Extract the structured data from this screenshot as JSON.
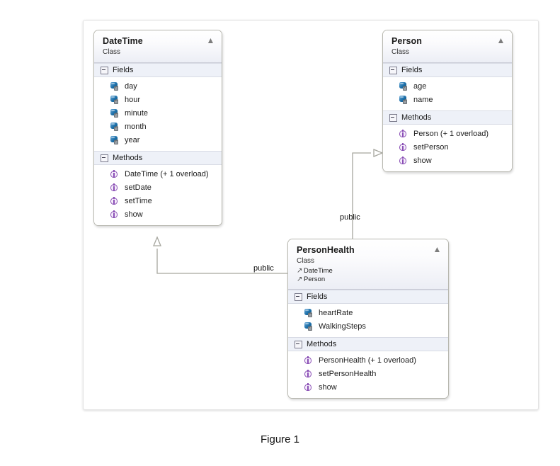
{
  "figure": {
    "caption": "Figure 1"
  },
  "diagram": {
    "type": "uml-class-diagram",
    "classes": [
      {
        "id": "datetime",
        "name": "DateTime",
        "stereotype": "Class",
        "bases": [],
        "collapse_icon": "chevron-up-double",
        "sections": [
          {
            "title": "Fields",
            "kind": "fields",
            "members": [
              {
                "name": "day",
                "icon": "field-private-icon"
              },
              {
                "name": "hour",
                "icon": "field-private-icon"
              },
              {
                "name": "minute",
                "icon": "field-private-icon"
              },
              {
                "name": "month",
                "icon": "field-private-icon"
              },
              {
                "name": "year",
                "icon": "field-private-icon"
              }
            ]
          },
          {
            "title": "Methods",
            "kind": "methods",
            "members": [
              {
                "name": "DateTime (+ 1 overload)",
                "icon": "method-icon"
              },
              {
                "name": "setDate",
                "icon": "method-icon"
              },
              {
                "name": "setTime",
                "icon": "method-icon"
              },
              {
                "name": "show",
                "icon": "method-icon"
              }
            ]
          }
        ]
      },
      {
        "id": "person",
        "name": "Person",
        "stereotype": "Class",
        "bases": [],
        "collapse_icon": "chevron-up-double",
        "sections": [
          {
            "title": "Fields",
            "kind": "fields",
            "members": [
              {
                "name": "age",
                "icon": "field-private-icon"
              },
              {
                "name": "name",
                "icon": "field-private-icon"
              }
            ]
          },
          {
            "title": "Methods",
            "kind": "methods",
            "members": [
              {
                "name": "Person (+ 1 overload)",
                "icon": "method-icon"
              },
              {
                "name": "setPerson",
                "icon": "method-icon"
              },
              {
                "name": "show",
                "icon": "method-icon"
              }
            ]
          }
        ]
      },
      {
        "id": "personhealth",
        "name": "PersonHealth",
        "stereotype": "Class",
        "bases": [
          {
            "name": "DateTime",
            "marker": "inheritance-arrow-icon"
          },
          {
            "name": "Person",
            "marker": "inheritance-arrow-icon"
          }
        ],
        "collapse_icon": "chevron-up-double",
        "sections": [
          {
            "title": "Fields",
            "kind": "fields",
            "members": [
              {
                "name": "heartRate",
                "icon": "field-private-icon"
              },
              {
                "name": "WalkingSteps",
                "icon": "field-private-icon"
              }
            ]
          },
          {
            "title": "Methods",
            "kind": "methods",
            "members": [
              {
                "name": "PersonHealth (+ 1 overload)",
                "icon": "method-icon"
              },
              {
                "name": "setPersonHealth",
                "icon": "method-icon"
              },
              {
                "name": "show",
                "icon": "method-icon"
              }
            ]
          }
        ]
      }
    ],
    "connectors": [
      {
        "id": "personhealth-to-datetime",
        "from": "PersonHealth",
        "to": "DateTime",
        "label": "public",
        "arrow": "hollow-triangle"
      },
      {
        "id": "personhealth-to-person",
        "from": "PersonHealth",
        "to": "Person",
        "label": "public",
        "arrow": "hollow-triangle"
      }
    ]
  },
  "colors": {
    "field_icon": "#1d6fa8",
    "method_icon": "#8a4fb5",
    "section_band": "#eef1f8",
    "card_border": "#b8b8b0",
    "connector": "#a6a69e"
  }
}
